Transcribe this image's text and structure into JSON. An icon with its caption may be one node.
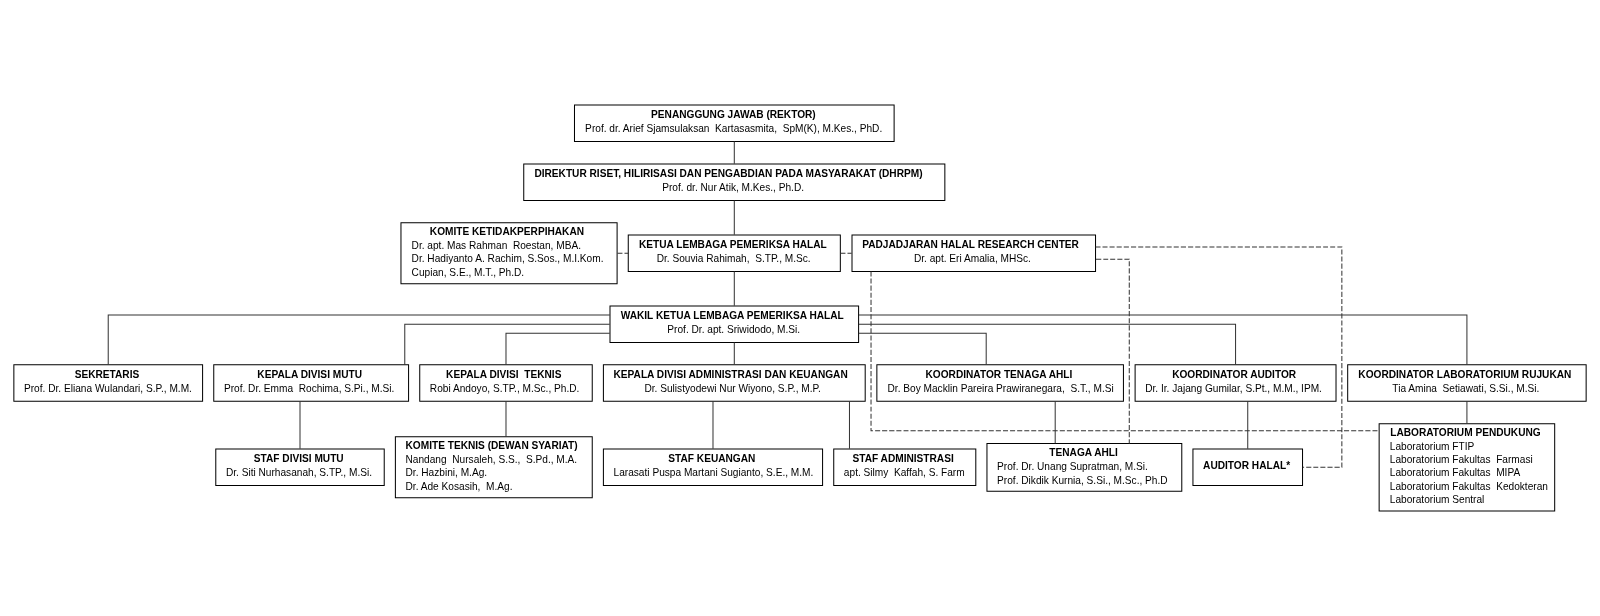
{
  "diagram": {
    "nodes": [
      {
        "text": [
          "PENANGGUNG JAWAB (REKTOR)",
          "Prof. dr. Arief Sjamsulaksan  Kartasasmita,  SpM(K), M.Kes., PhD."
        ]
      },
      {
        "text": [
          "DIREKTUR RISET, HILIRISASI DAN PENGABDIAN PADA MASYARAKAT (DHRPM)",
          "Prof. dr. Nur Atik, M.Kes., Ph.D."
        ]
      },
      {
        "text": [
          "KETUA LEMBAGA PEMERIKSA HALAL",
          "Dr. Souvia Rahimah,  S.TP., M.Sc."
        ]
      },
      {
        "text": [
          "KOMITE KETIDAKPERPIHAKAN",
          "Dr. apt. Mas Rahman  Roestan, MBA.",
          "Dr. Hadiyanto A. Rachim, S.Sos., M.I.Kom.",
          "Cupian, S.E., M.T., Ph.D."
        ]
      },
      {
        "text": [
          "PADJADJARAN HALAL RESEARCH CENTER",
          "Dr. apt. Eri Amalia, MHSc."
        ]
      },
      {
        "text": [
          "WAKIL KETUA LEMBAGA PEMERIKSA HALAL",
          "Prof. Dr. apt. Sriwidodo, M.Si."
        ]
      },
      {
        "text": [
          "SEKRETARIS",
          "Prof. Dr. Eliana Wulandari, S.P., M.M."
        ]
      },
      {
        "text": [
          "KEPALA DIVISI MUTU",
          "Prof. Dr. Emma  Rochima, S.Pi., M.Si."
        ]
      },
      {
        "text": [
          "KEPALA DIVISI  TEKNIS",
          "Robi Andoyo, S.TP., M.Sc., Ph.D."
        ]
      },
      {
        "text": [
          "KEPALA DIVISI ADMINISTRASI DAN KEUANGAN",
          "Dr. Sulistyodewi Nur Wiyono, S.P., M.P."
        ]
      },
      {
        "text": [
          "KOORDINATOR TENAGA AHLI",
          "Dr. Boy Macklin Pareira Prawiranegara,  S.T., M.Si"
        ]
      },
      {
        "text": [
          "KOORDINATOR AUDITOR",
          "Dr. Ir. Jajang Gumilar, S.Pt., M.M., IPM."
        ]
      },
      {
        "text": [
          "KOORDINATOR LABORATORIUM RUJUKAN",
          "Tia Amina  Setiawati, S.Si., M.Si."
        ]
      },
      {
        "text": [
          "STAF DIVISI MUTU",
          "Dr. Siti Nurhasanah, S.TP., M.Si."
        ]
      },
      {
        "text": [
          "KOMITE TEKNIS (DEWAN SYARIAT)",
          "Nandang  Nursaleh, S.S.,  S.Pd., M.A.",
          "Dr. Hazbini, M.Ag.",
          "Dr. Ade Kosasih,  M.Ag."
        ]
      },
      {
        "text": [
          "STAF KEUANGAN",
          "Larasati Puspa Martani Sugianto, S.E., M.M."
        ]
      },
      {
        "text": [
          "STAF ADMINISTRASI",
          "apt. Silmy  Kaffah, S. Farm"
        ]
      },
      {
        "text": [
          "TENAGA AHLI",
          "Prof. Dr. Unang Supratman, M.Si.",
          "Prof. Dikdik Kurnia, S.Si., M.Sc., Ph.D"
        ]
      },
      {
        "text": [
          "AUDITOR HALAL*"
        ]
      },
      {
        "text": [
          "LABORATORIUM PENDUKUNG",
          "Laboratorium FTIP",
          "Laboratorium Fakultas  Farmasi",
          "Laboratorium Fakultas  MIPA",
          "Laboratorium Fakultas  Kedokteran",
          "Laboratorium Sentral"
        ]
      }
    ],
    "edges": [
      {
        "from": 0,
        "to": 1,
        "arrow": "none"
      },
      {
        "from": 1,
        "to": 2,
        "arrow": "none"
      },
      {
        "from": 3,
        "to": 2,
        "arrow": "none",
        "style": "dashed"
      },
      {
        "from": 2,
        "to": 4,
        "arrow": "none",
        "style": "dashed"
      },
      {
        "from": 2,
        "to": 5,
        "arrow": "none"
      },
      {
        "from": 5,
        "to": 6,
        "arrow": "none"
      },
      {
        "from": 5,
        "to": 7,
        "arrow": "none"
      },
      {
        "from": 5,
        "to": 8,
        "arrow": "none"
      },
      {
        "from": 5,
        "to": 9,
        "arrow": "none"
      },
      {
        "from": 5,
        "to": 10,
        "arrow": "none"
      },
      {
        "from": 5,
        "to": 11,
        "arrow": "none"
      },
      {
        "from": 5,
        "to": 12,
        "arrow": "none"
      },
      {
        "from": 7,
        "to": 13,
        "arrow": "none"
      },
      {
        "from": 8,
        "to": 14,
        "arrow": "none"
      },
      {
        "from": 9,
        "to": 15,
        "arrow": "none"
      },
      {
        "from": 9,
        "to": 16,
        "arrow": "none"
      },
      {
        "from": 10,
        "to": 17,
        "arrow": "none"
      },
      {
        "from": 11,
        "to": 18,
        "arrow": "none"
      },
      {
        "from": 12,
        "to": 19,
        "arrow": "none"
      },
      {
        "from": 4,
        "to": 17,
        "arrow": "none",
        "style": "dashed"
      },
      {
        "from": 4,
        "to": 18,
        "arrow": "none",
        "style": "dashed"
      },
      {
        "from": 4,
        "to": 19,
        "arrow": "none",
        "style": "dashed"
      }
    ]
  }
}
